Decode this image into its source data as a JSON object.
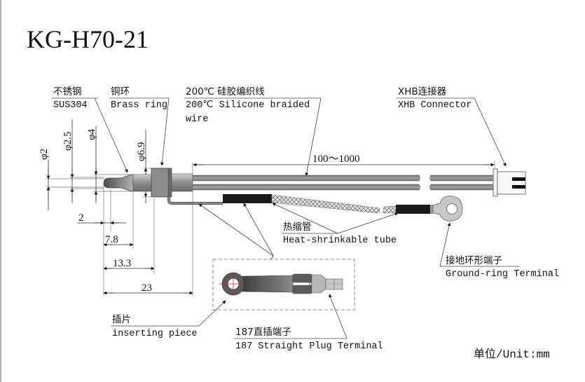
{
  "title": "KG-H70-21",
  "unit_label": "单位/Unit:mm",
  "callouts": {
    "stainless": {
      "cn": "不锈钢",
      "en": "SUS304"
    },
    "brass_ring": {
      "cn": "铜环",
      "en": "Brass ring"
    },
    "wire": {
      "cn": "200℃  硅胶编织线",
      "en_line1": "200℃  Silicone braided",
      "en_line2": "wire"
    },
    "connector": {
      "cn": "XHB连接器",
      "en": "XHB Connector"
    },
    "heat_shrink": {
      "cn": "热缩管",
      "en": "Heat-shrinkable tube"
    },
    "ground_ring": {
      "cn": "接地环形端子",
      "en": "Ground-ring Terminal"
    },
    "inserting_piece": {
      "cn": "插片",
      "en": "inserting piece"
    },
    "plug_terminal": {
      "cn": "187直插端子",
      "en": "187 Straight Plug Terminal"
    }
  },
  "dimensions": {
    "dia_tip": "φ2",
    "dia_probe": "φ2.5",
    "dia_body": "φ4",
    "dia_ring": "φ6.9",
    "len_tip": "2",
    "len_probe": "7.8",
    "len_to_ring": "13.3",
    "len_total": "23",
    "wire_length": "100～1000"
  },
  "colors": {
    "metal_dark": "#5a5a5a",
    "metal_light": "#c8c8c8",
    "wire": "#8a8a8a",
    "shrink_tube": "#1a1a1a",
    "centerline": "#d62020"
  }
}
